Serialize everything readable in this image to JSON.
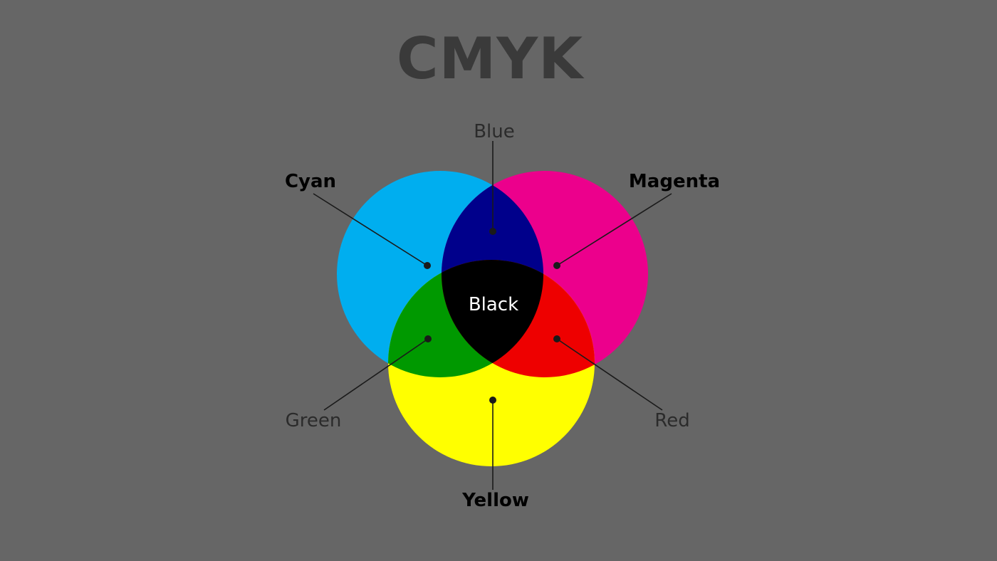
{
  "title": "CMYK",
  "colors": {
    "background": "#666666",
    "cyan": "#00aeef",
    "magenta": "#ec008c",
    "yellow": "#ffff00",
    "blue": "#00008b",
    "red": "#ee0000",
    "green": "#009900",
    "black": "#000000"
  },
  "labels": {
    "cyan": "Cyan",
    "magenta": "Magenta",
    "yellow": "Yellow",
    "blue": "Blue",
    "green": "Green",
    "red": "Red",
    "black": "Black"
  }
}
